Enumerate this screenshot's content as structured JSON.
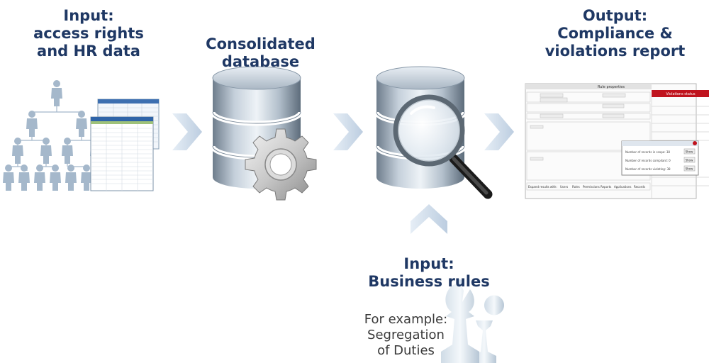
{
  "input_access": {
    "line1": "Input:",
    "line2": "access rights",
    "line3": "and HR data"
  },
  "consolidated": {
    "line1": "Consolidated",
    "line2": "database"
  },
  "output": {
    "line1": "Output:",
    "line2": "Compliance &",
    "line3": "violations report"
  },
  "input_rules": {
    "line1": "Input:",
    "line2": "Business rules"
  },
  "example": {
    "line1": "For example:",
    "line2": "Segregation",
    "line3": "of Duties"
  },
  "report": {
    "window_title": "Rule properties",
    "violations_tab": "Violations status",
    "popup_rows": [
      "Number of records in scope: 38",
      "Number of records compliant: 0",
      "Number of records violating: 38"
    ],
    "popup_button": "Show",
    "footer_label": "Expand results with:",
    "footer_tabs": [
      "Users",
      "Roles",
      "Permissions",
      "Reports",
      "Applications",
      "Records"
    ]
  },
  "colors": {
    "heading": "#1f3864",
    "chevron": "#c9d8e8",
    "people": "#9fb4c8",
    "cylinder": "#a9b6c3",
    "report_accent": "#c0141e"
  }
}
